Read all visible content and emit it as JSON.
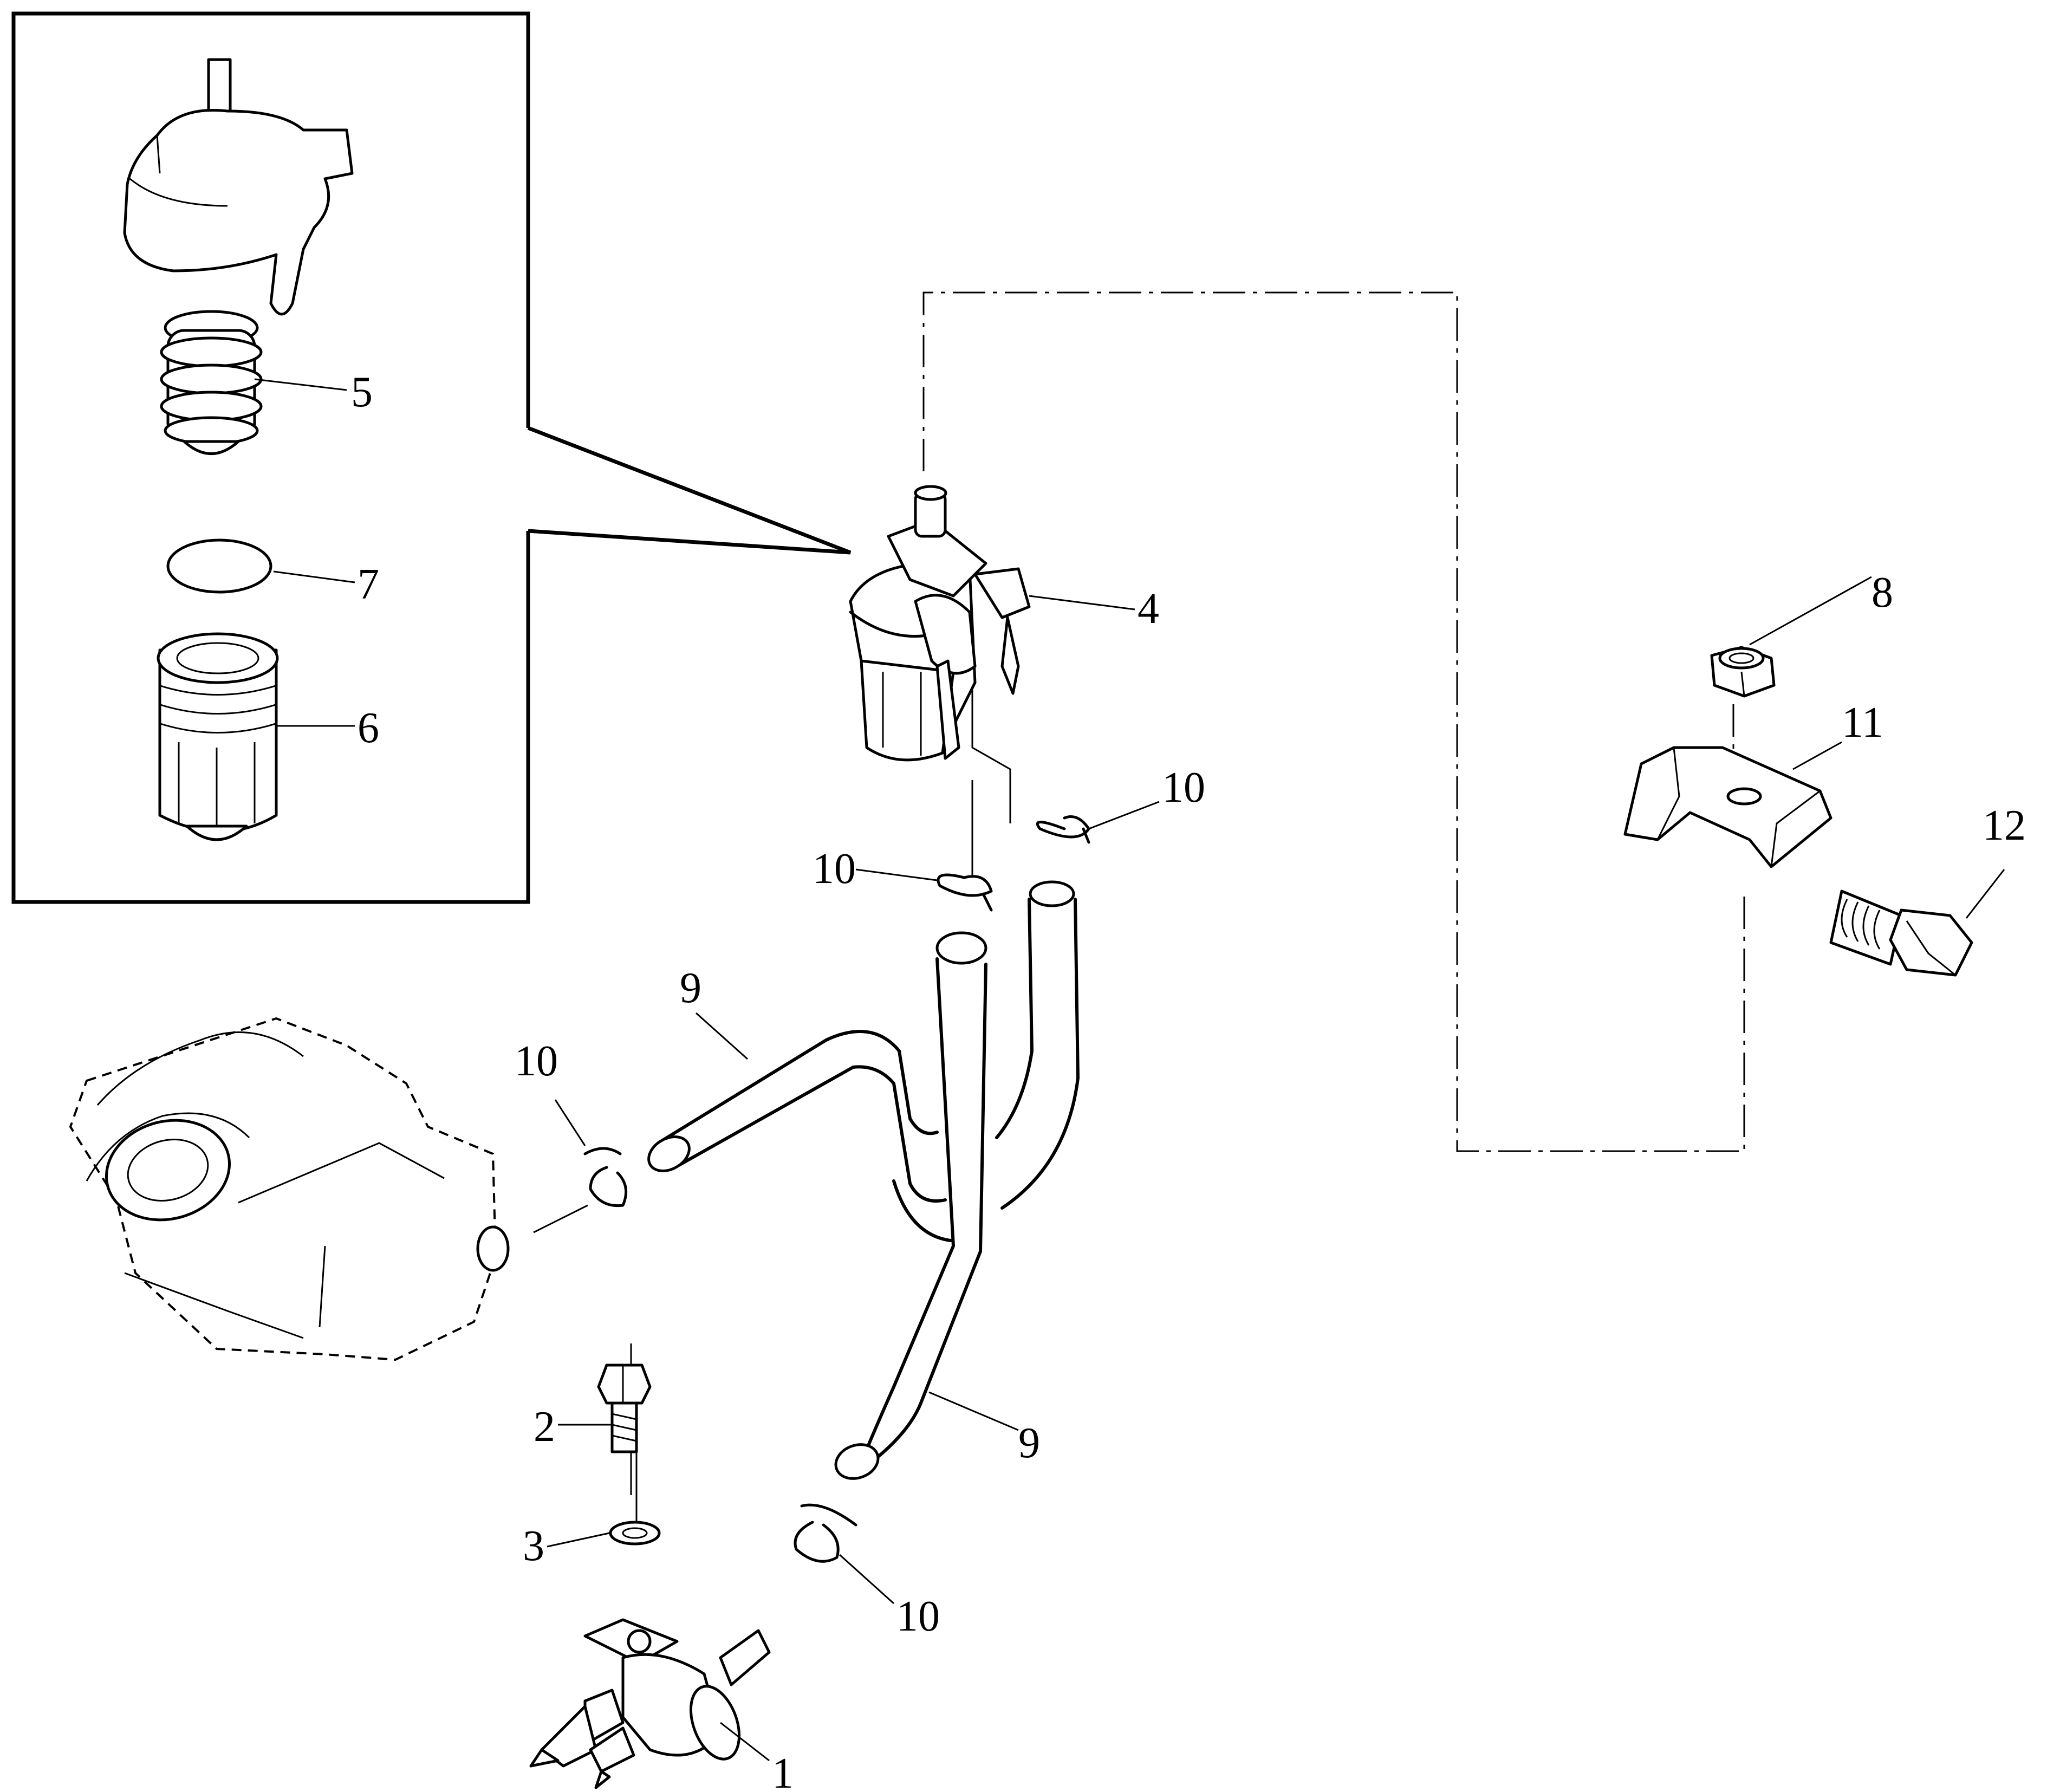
{
  "callouts": {
    "c1": "1",
    "c2": "2",
    "c3": "3",
    "c4": "4",
    "c5": "5",
    "c6": "6",
    "c7": "7",
    "c8": "8",
    "c9a": "9",
    "c9b": "9",
    "c10a": "10",
    "c10b": "10",
    "c10c": "10",
    "c10d": "10",
    "c11": "11",
    "c12": "12"
  }
}
